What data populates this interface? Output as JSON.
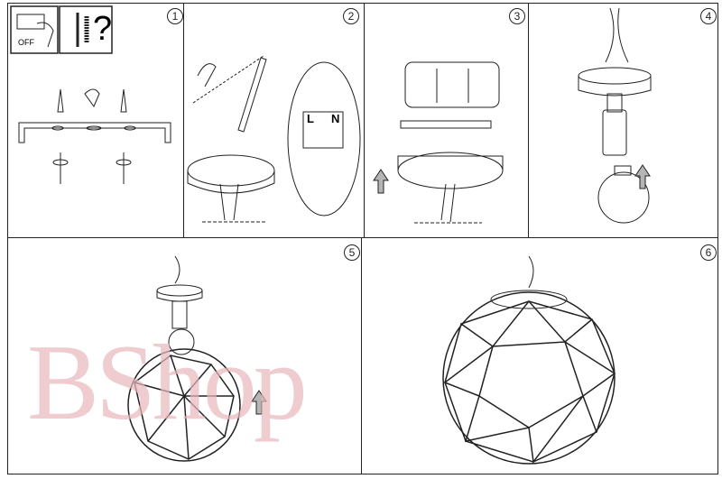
{
  "steps": [
    {
      "number": "1"
    },
    {
      "number": "2"
    },
    {
      "number": "3"
    },
    {
      "number": "4"
    },
    {
      "number": "5"
    },
    {
      "number": "6"
    }
  ],
  "step1": {
    "switch_label": "OFF",
    "question_mark": "?"
  },
  "step2": {
    "terminal_live": "L",
    "terminal_neutral": "N"
  },
  "watermark": "BShop",
  "colors": {
    "line": "#222222",
    "arrow_fill": "#b5b5b5",
    "watermark": "#e9b7bd"
  }
}
